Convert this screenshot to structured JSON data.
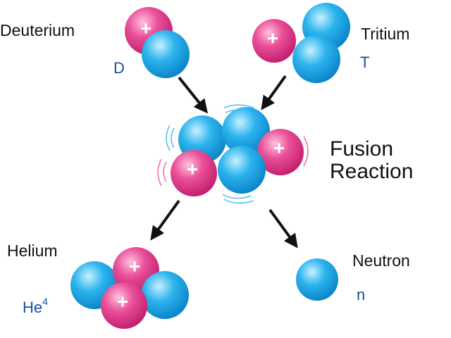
{
  "labels": {
    "deuterium": "Deuterium",
    "deuterium_symbol": "D",
    "tritium": "Tritium",
    "tritium_symbol": "T",
    "fusion_line1": "Fusion",
    "fusion_line2": "Reaction",
    "helium": "Helium",
    "helium_symbol": "He",
    "helium_superscript": "4",
    "neutron": "Neutron",
    "neutron_symbol": "n"
  },
  "particle_sign": "+",
  "colors": {
    "proton": "#e0338a",
    "neutron": "#1aa7e6",
    "symbol_text": "#1a4fa0",
    "arrow": "#111111"
  },
  "icons": {
    "proton": "proton-sphere-icon",
    "neutron": "neutron-sphere-icon",
    "arrow": "arrow-icon"
  }
}
